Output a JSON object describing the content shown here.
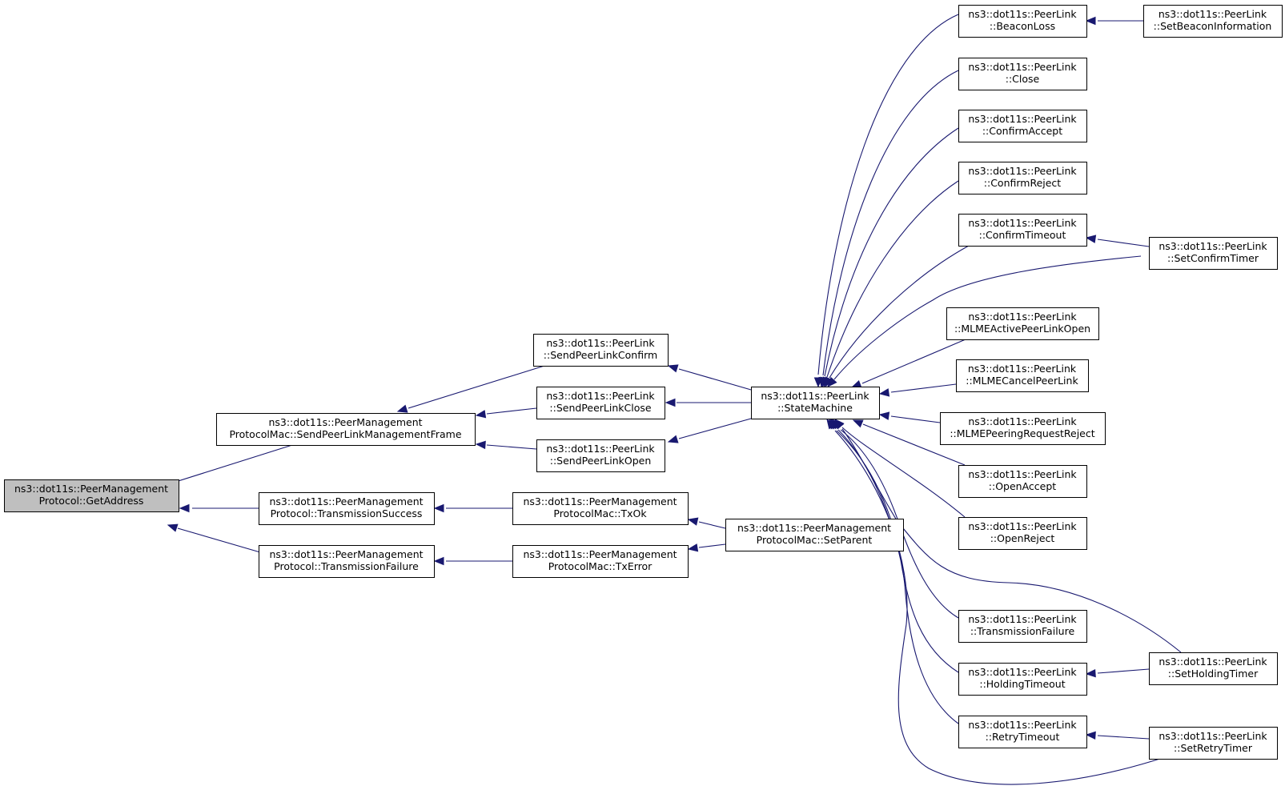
{
  "graph": {
    "colors": {
      "edge": "#191970",
      "root_fill": "#bfbfbf",
      "node_fill": "#ffffff",
      "border": "#000000"
    },
    "nodes": {
      "getaddress": [
        "ns3::dot11s::PeerManagement",
        "Protocol::GetAddress"
      ],
      "sendplmf": [
        "ns3::dot11s::PeerManagement",
        "ProtocolMac::SendPeerLinkManagementFrame"
      ],
      "txsuccess": [
        "ns3::dot11s::PeerManagement",
        "Protocol::TransmissionSuccess"
      ],
      "txfailure": [
        "ns3::dot11s::PeerManagement",
        "Protocol::TransmissionFailure"
      ],
      "sendconfirm": [
        "ns3::dot11s::PeerLink",
        "::SendPeerLinkConfirm"
      ],
      "sendclose": [
        "ns3::dot11s::PeerLink",
        "::SendPeerLinkClose"
      ],
      "sendopen": [
        "ns3::dot11s::PeerLink",
        "::SendPeerLinkOpen"
      ],
      "txok": [
        "ns3::dot11s::PeerManagement",
        "ProtocolMac::TxOk"
      ],
      "txerror": [
        "ns3::dot11s::PeerManagement",
        "ProtocolMac::TxError"
      ],
      "statemachine": [
        "ns3::dot11s::PeerLink",
        "::StateMachine"
      ],
      "setparent": [
        "ns3::dot11s::PeerManagement",
        "ProtocolMac::SetParent"
      ],
      "beaconloss": [
        "ns3::dot11s::PeerLink",
        "::BeaconLoss"
      ],
      "close": [
        "ns3::dot11s::PeerLink",
        "::Close"
      ],
      "confirmaccept": [
        "ns3::dot11s::PeerLink",
        "::ConfirmAccept"
      ],
      "confirmreject": [
        "ns3::dot11s::PeerLink",
        "::ConfirmReject"
      ],
      "confirmtimeout": [
        "ns3::dot11s::PeerLink",
        "::ConfirmTimeout"
      ],
      "mlmeactive": [
        "ns3::dot11s::PeerLink",
        "::MLMEActivePeerLinkOpen"
      ],
      "mlmecancel": [
        "ns3::dot11s::PeerLink",
        "::MLMECancelPeerLink"
      ],
      "mlmepeering": [
        "ns3::dot11s::PeerLink",
        "::MLMEPeeringRequestReject"
      ],
      "openaccept": [
        "ns3::dot11s::PeerLink",
        "::OpenAccept"
      ],
      "openreject": [
        "ns3::dot11s::PeerLink",
        "::OpenReject"
      ],
      "pltxfailure": [
        "ns3::dot11s::PeerLink",
        "::TransmissionFailure"
      ],
      "holdingtimeout": [
        "ns3::dot11s::PeerLink",
        "::HoldingTimeout"
      ],
      "retrytimeout": [
        "ns3::dot11s::PeerLink",
        "::RetryTimeout"
      ],
      "setbeacon": [
        "ns3::dot11s::PeerLink",
        "::SetBeaconInformation"
      ],
      "setconfirmtimer": [
        "ns3::dot11s::PeerLink",
        "::SetConfirmTimer"
      ],
      "setholdingtimer": [
        "ns3::dot11s::PeerLink",
        "::SetHoldingTimer"
      ],
      "setretrytimer": [
        "ns3::dot11s::PeerLink",
        "::SetRetryTimer"
      ]
    },
    "edges": [
      [
        "sendplmf",
        "getaddress"
      ],
      [
        "txsuccess",
        "getaddress"
      ],
      [
        "txfailure",
        "getaddress"
      ],
      [
        "sendconfirm",
        "sendplmf"
      ],
      [
        "sendclose",
        "sendplmf"
      ],
      [
        "sendopen",
        "sendplmf"
      ],
      [
        "txok",
        "txsuccess"
      ],
      [
        "txerror",
        "txfailure"
      ],
      [
        "statemachine",
        "sendconfirm"
      ],
      [
        "statemachine",
        "sendclose"
      ],
      [
        "statemachine",
        "sendopen"
      ],
      [
        "setparent",
        "txok"
      ],
      [
        "setparent",
        "txerror"
      ],
      [
        "beaconloss",
        "statemachine"
      ],
      [
        "close",
        "statemachine"
      ],
      [
        "confirmaccept",
        "statemachine"
      ],
      [
        "confirmreject",
        "statemachine"
      ],
      [
        "confirmtimeout",
        "statemachine"
      ],
      [
        "setconfirmtimer",
        "statemachine"
      ],
      [
        "mlmeactive",
        "statemachine"
      ],
      [
        "mlmecancel",
        "statemachine"
      ],
      [
        "mlmepeering",
        "statemachine"
      ],
      [
        "openaccept",
        "statemachine"
      ],
      [
        "openreject",
        "statemachine"
      ],
      [
        "setholdingtimer",
        "statemachine"
      ],
      [
        "pltxfailure",
        "statemachine"
      ],
      [
        "holdingtimeout",
        "statemachine"
      ],
      [
        "retrytimeout",
        "statemachine"
      ],
      [
        "setretrytimer",
        "statemachine"
      ],
      [
        "setbeacon",
        "beaconloss"
      ],
      [
        "setconfirmtimer",
        "confirmtimeout"
      ],
      [
        "setholdingtimer",
        "holdingtimeout"
      ],
      [
        "setretrytimer",
        "retrytimeout"
      ]
    ]
  }
}
